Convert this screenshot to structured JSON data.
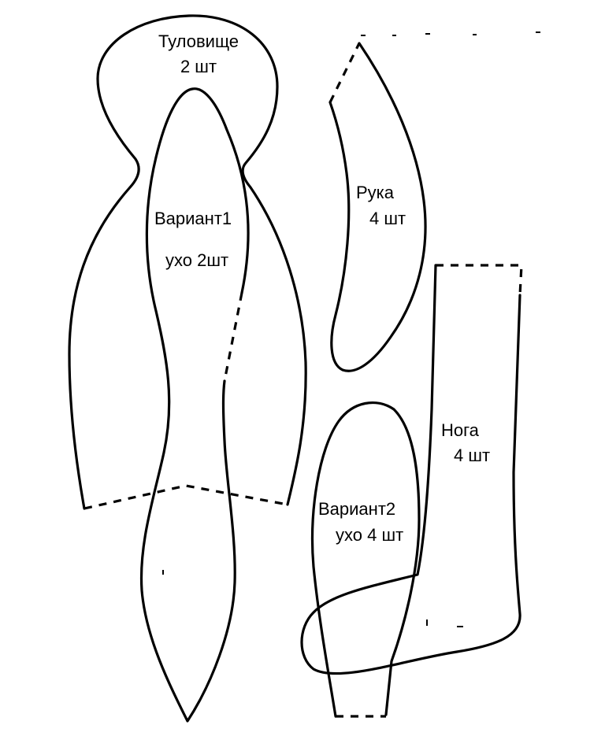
{
  "pieces": {
    "torso": {
      "name": "Туловище",
      "count": "2 шт"
    },
    "ear_variant_1": {
      "name": "Вариант1",
      "count": "ухо 2шт"
    },
    "arm": {
      "name": "Рука",
      "count": "4 шт"
    },
    "leg": {
      "name": "Нога",
      "count": "4 шт"
    },
    "ear_variant_2": {
      "name": "Вариант2",
      "count": "ухо 4 шт"
    }
  }
}
